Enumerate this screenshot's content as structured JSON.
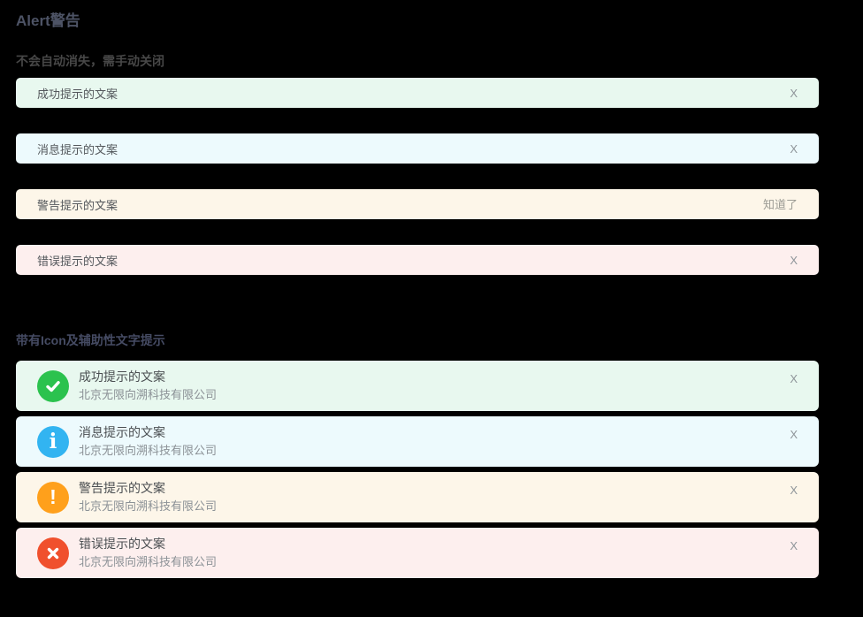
{
  "page": {
    "title": "Alert警告"
  },
  "sections": [
    {
      "heading": "不会自动消失，需手动关闭",
      "alerts": [
        {
          "type": "success",
          "message": "成功提示的文案",
          "close": "X"
        },
        {
          "type": "info",
          "message": "消息提示的文案",
          "close": "X"
        },
        {
          "type": "warning",
          "message": "警告提示的文案",
          "action_label": "知道了"
        },
        {
          "type": "error",
          "message": "错误提示的文案",
          "close": "X"
        }
      ]
    },
    {
      "heading": "带有Icon及辅助性文字提示",
      "alerts": [
        {
          "type": "success",
          "icon": "check-circle-icon",
          "title": "成功提示的文案",
          "description": "北京无限向溯科技有限公司",
          "close": "X"
        },
        {
          "type": "info",
          "icon": "info-circle-icon",
          "title": "消息提示的文案",
          "description": "北京无限向溯科技有限公司",
          "close": "X"
        },
        {
          "type": "warning",
          "icon": "exclamation-circle-icon",
          "title": "警告提示的文案",
          "description": "北京无限向溯科技有限公司",
          "close": "X"
        },
        {
          "type": "error",
          "icon": "x-circle-icon",
          "title": "错误提示的文案",
          "description": "北京无限向溯科技有限公司",
          "close": "X"
        }
      ]
    }
  ],
  "icon_glyphs": {
    "info": "i",
    "warning": "!"
  },
  "colors": {
    "page_background": "#000000",
    "success_bg": "#e8f8ef",
    "success_icon": "#2bc24e",
    "info_bg": "#edfafd",
    "info_icon": "#32b4f1",
    "warning_bg": "#fdf6e9",
    "warning_icon": "#ffa01b",
    "error_bg": "#fdefee",
    "error_icon": "#f0502d"
  }
}
